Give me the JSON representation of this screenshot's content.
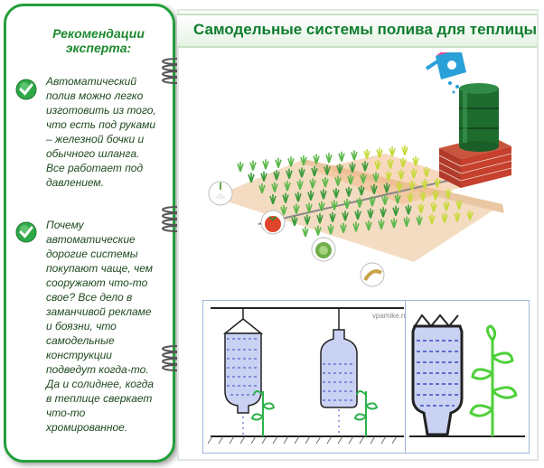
{
  "sidebar": {
    "title_line1": "Рекомендации",
    "title_line2": "эксперта:",
    "tips": [
      {
        "lines": [
          "Автоматический",
          "полив можно легко",
          "изготовить из того,",
          "что есть под руками",
          "– железной бочки и",
          "обычного шланга.",
          "Все работает под",
          "давлением."
        ]
      },
      {
        "lines": [
          "Почему",
          "автоматические",
          "дорогие системы",
          "покупают чаще, чем",
          "сооружают что-то",
          "свое? Все дело в",
          "заманчивой рекламе",
          "и боязни, что",
          "самодельные",
          "конструкции",
          "подведут когда-то.",
          "Да и солиднее, когда",
          "в теплице сверкает",
          "что-то",
          "хромированное."
        ]
      }
    ]
  },
  "header": {
    "title": "Самодельные системы полива для теплицы"
  },
  "diagram": {
    "watermark": "vpamike.ru"
  },
  "colors": {
    "accent": "#1c8a2e",
    "text": "#1e4a1e",
    "barrel": "#1e6b2e",
    "brick": "#b23a2a"
  },
  "icons": [
    "check-icon",
    "spring-icon",
    "barrel-icon",
    "watering-can-icon",
    "bottle-icon",
    "plant-icon"
  ]
}
